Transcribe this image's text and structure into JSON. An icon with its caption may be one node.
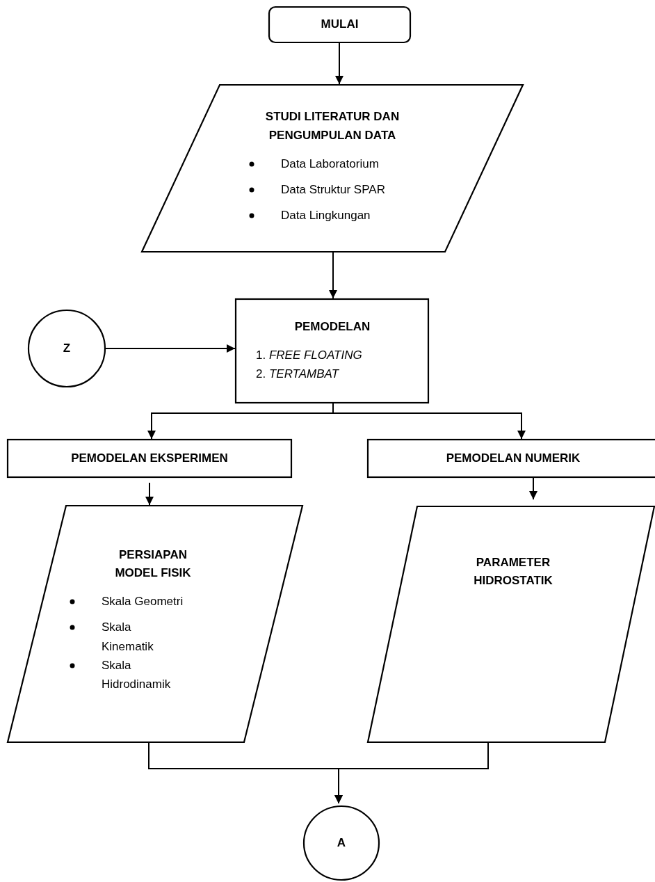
{
  "diagram": {
    "nodes": [
      {
        "text": [
          "MULAI"
        ]
      },
      {
        "text": [
          "STUDI LITERATUR DAN PENGUMPULAN DATA",
          "Data Laboratorium",
          "Data Struktur SPAR",
          "Data Lingkungan"
        ]
      },
      {
        "text": [
          "PEMODELAN",
          "1. *FREE FLOATING*",
          "2. *TERTAMBAT*"
        ]
      },
      {
        "text": [
          "Z"
        ]
      },
      {
        "text": [
          "PEMODELAN EKSPERIMEN"
        ]
      },
      {
        "text": [
          "PEMODELAN NUMERIK"
        ]
      },
      {
        "text": [
          "PERSIAPAN MODEL FISIK",
          "Skala Geometri",
          "Skala Kinematik",
          "Skala Hidrodinamik"
        ]
      },
      {
        "text": [
          "PARAMETER HIDROSTATIK"
        ]
      },
      {
        "text": [
          "A"
        ]
      }
    ],
    "edges": [
      {
        "from": 0,
        "to": 1,
        "arrow": "to"
      },
      {
        "from": 1,
        "to": 2,
        "arrow": "to"
      },
      {
        "from": 3,
        "to": 2,
        "arrow": "to"
      },
      {
        "from": 2,
        "to": 4,
        "arrow": "to"
      },
      {
        "from": 2,
        "to": 5,
        "arrow": "to"
      },
      {
        "from": 4,
        "to": 6,
        "arrow": "to"
      },
      {
        "from": 5,
        "to": 7,
        "arrow": "to"
      },
      {
        "from": 6,
        "to": 8,
        "arrow": "to"
      },
      {
        "from": 7,
        "to": 8,
        "arrow": "to"
      }
    ]
  }
}
